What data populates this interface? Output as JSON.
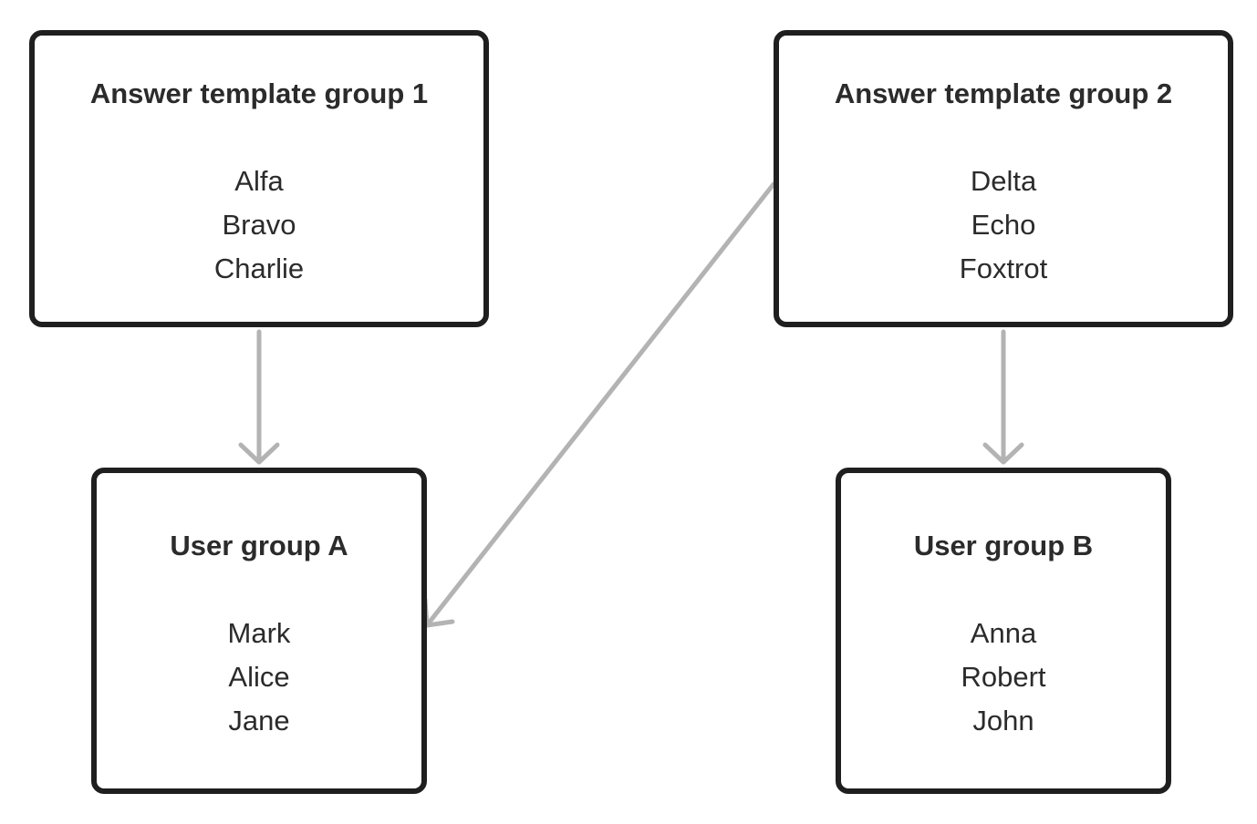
{
  "nodes": [
    {
      "id": "answer-template-group-1",
      "title": "Answer template group 1",
      "items": [
        "Alfa",
        "Bravo",
        "Charlie"
      ]
    },
    {
      "id": "answer-template-group-2",
      "title": "Answer template group 2",
      "items": [
        "Delta",
        "Echo",
        "Foxtrot"
      ]
    },
    {
      "id": "user-group-a",
      "title": "User group A",
      "items": [
        "Mark",
        "Alice",
        "Jane"
      ]
    },
    {
      "id": "user-group-b",
      "title": "User group B",
      "items": [
        "Anna",
        "Robert",
        "John"
      ]
    }
  ],
  "edges": [
    {
      "from": "answer-template-group-1",
      "to": "user-group-a"
    },
    {
      "from": "answer-template-group-2",
      "to": "user-group-a"
    },
    {
      "from": "answer-template-group-2",
      "to": "user-group-b"
    }
  ],
  "colors": {
    "box_border": "#1f1f1f",
    "text": "#2b2b2b",
    "arrow": "#b3b3b3",
    "background": "#ffffff"
  }
}
